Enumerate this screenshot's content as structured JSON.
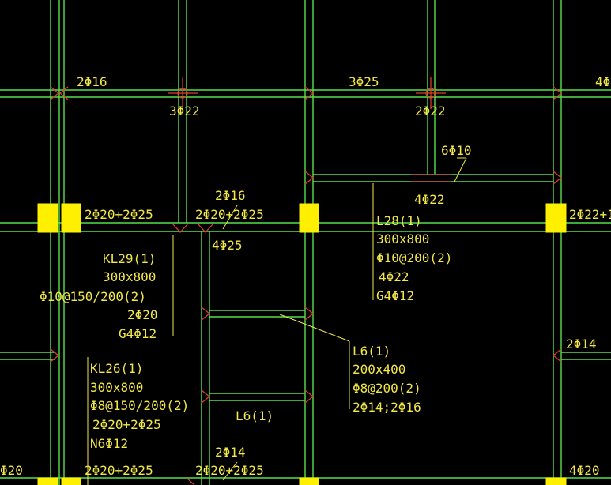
{
  "drawing": {
    "labels": {
      "top_2phi16": "2Φ16",
      "top_3phi22_left": "3Φ22",
      "top_3phi25": "3Φ25",
      "top_2phi22_mid": "2Φ22",
      "top_4phi_right": "4Φ",
      "mid_6phi10": "6Φ10",
      "mid_4phi22": "4Φ22",
      "row2_2phi20_2phi25_left": "2Φ20+2Φ25",
      "row2_2phi16": "2Φ16",
      "row2_2phi20_2phi25_mid": "2Φ20+2Φ25",
      "row2_2phi22_right": "2Φ22+1",
      "row2_4phi25": "4Φ25",
      "kl29_name": "KL29(1)",
      "kl29_size": "300x800",
      "kl29_stirrup": "Φ10@150/200(2)",
      "kl29_top": "2Φ20",
      "kl29_side": "G4Φ12",
      "l28_name": "L28(1)",
      "l28_size": "300x800",
      "l28_stirrup": "Φ10@200(2)",
      "l28_top": "4Φ22",
      "l28_side": "G4Φ12",
      "l6_name": "L6(1)",
      "l6_size": "200x400",
      "l6_stirrup": "Φ8@200(2)",
      "l6_bars": "2Φ14;2Φ16",
      "right_2phi14": "2Φ14",
      "kl26_name": "KL26(1)",
      "kl26_size": "300x800",
      "kl26_stirrup": "Φ8@150/200(2)",
      "kl26_top": "2Φ20+2Φ25",
      "kl26_side": "N6Φ12",
      "l6_lower": "L6(1)",
      "bottom_2phi14": "2Φ14",
      "bottom_phi20_left": "Φ20",
      "bottom_2phi20_2phi25_left": "2Φ20+2Φ25",
      "bottom_2phi20_2phi25_mid": "2Φ20+2Φ25",
      "bottom_4phi20_right": "4Φ20"
    },
    "colors": {
      "background": "#000000",
      "beam_lines": "#55e04c",
      "text": "#f2e84a",
      "columns": "#ffef00",
      "markers": "#e23c2c"
    }
  }
}
